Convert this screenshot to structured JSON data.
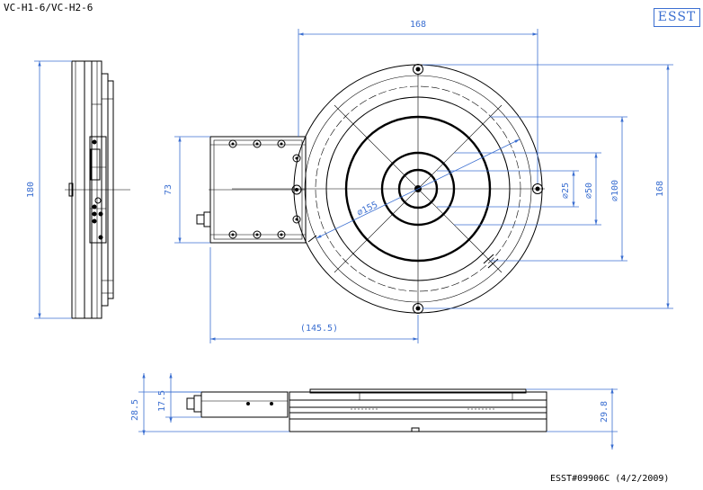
{
  "title": "VC-H1-6/VC-H2-6",
  "logo": "ESST",
  "footer": "ESST#09906C (4/2/2009)",
  "dimensions": {
    "top_width": "168",
    "left_height": "180",
    "bracket_height": "73",
    "right_height": "168",
    "dia_100": "⌀100",
    "dia_50": "⌀50",
    "dia_25": "⌀25",
    "dia_155": "⌀155",
    "offset": "(145.5)",
    "thick_28": "28.5",
    "thick_17": "17.5",
    "thick_29": "29.8"
  },
  "colors": {
    "dimension": "#3b6fd1",
    "line": "#000000"
  }
}
